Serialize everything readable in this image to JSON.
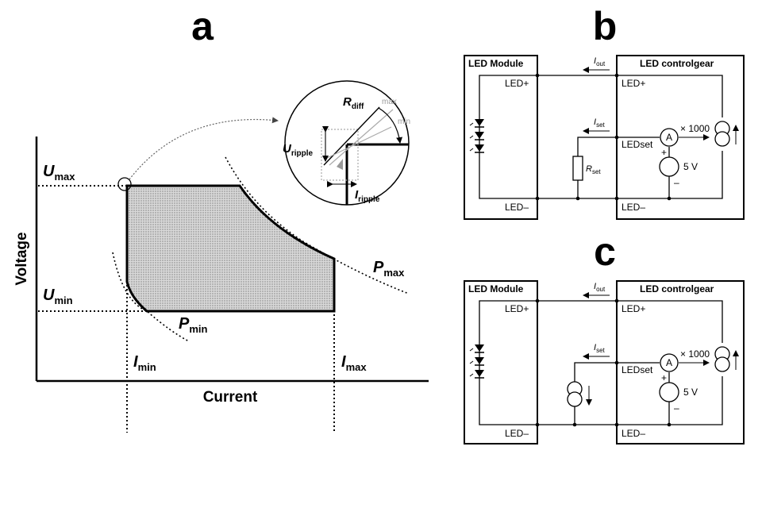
{
  "panels": {
    "a": "a",
    "b": "b",
    "c": "c"
  },
  "panel_a": {
    "y_axis_title": "Voltage",
    "x_axis_title": "Current",
    "u_max": {
      "main": "U",
      "sub": "max"
    },
    "u_min": {
      "main": "U",
      "sub": "min"
    },
    "i_min": {
      "main": "I",
      "sub": "min"
    },
    "i_max": {
      "main": "I",
      "sub": "max"
    },
    "p_max": {
      "main": "P",
      "sub": "max"
    },
    "p_min": {
      "main": "P",
      "sub": "min"
    },
    "zoom": {
      "r_diff": {
        "main": "R",
        "sub": "diff"
      },
      "u_ripple": {
        "main": "U",
        "sub": "ripple"
      },
      "i_ripple": {
        "main": "I",
        "sub": "ripple"
      },
      "max_label": "max",
      "min_label": "min"
    }
  },
  "panel_b": {
    "module_title": "LED Module",
    "gear_title": "LED controlgear",
    "led_plus_module": "LED+",
    "led_minus_module": "LED–",
    "led_plus_gear": "LED+",
    "led_minus_gear": "LED–",
    "ledset": "LEDset",
    "i_out": {
      "main": "I",
      "sub": "out"
    },
    "i_set": {
      "main": "I",
      "sub": "set"
    },
    "r_set": {
      "main": "R",
      "sub": "set"
    },
    "ammeter": "A",
    "gain": "× 1000",
    "voltage": "5 V",
    "plus": "+",
    "minus": "–"
  },
  "panel_c": {
    "module_title": "LED Module",
    "gear_title": "LED controlgear",
    "led_plus_module": "LED+",
    "led_minus_module": "LED–",
    "led_plus_gear": "LED+",
    "led_minus_gear": "LED–",
    "ledset": "LEDset",
    "i_out": {
      "main": "I",
      "sub": "out"
    },
    "i_set": {
      "main": "I",
      "sub": "set"
    },
    "ammeter": "A",
    "gain": "× 1000",
    "voltage": "5 V",
    "plus": "+",
    "minus": "–"
  }
}
